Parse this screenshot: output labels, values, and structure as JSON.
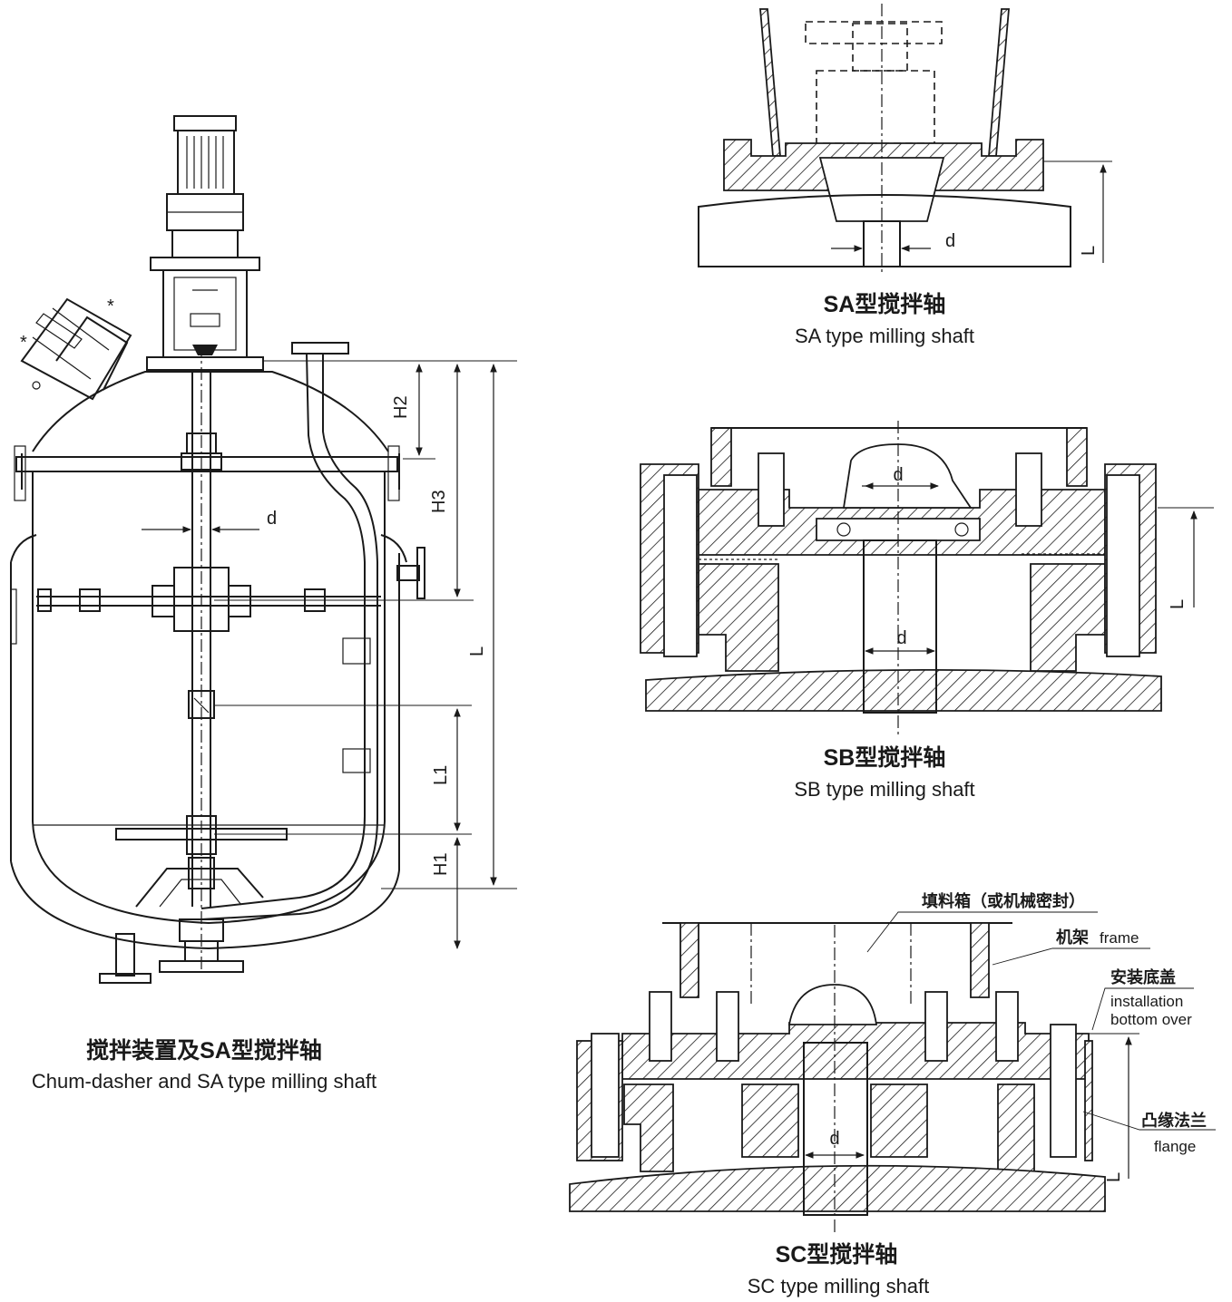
{
  "figure_left": {
    "caption_cn": "搅拌装置及SA型搅拌轴",
    "caption_en": "Chum-dasher and SA type milling shaft",
    "dimension_labels": {
      "H2": "H2",
      "H3": "H3",
      "d": "d",
      "L": "L",
      "L1": "L1",
      "H1": "H1"
    }
  },
  "figure_sa": {
    "caption_cn": "SA型搅拌轴",
    "caption_en": "SA type milling shaft",
    "dimension_labels": {
      "d": "d",
      "L": "L"
    }
  },
  "figure_sb": {
    "caption_cn": "SB型搅拌轴",
    "caption_en": "SB type milling shaft",
    "dimension_labels": {
      "d_top": "d",
      "d_bottom": "d",
      "L": "L"
    }
  },
  "figure_sc": {
    "caption_cn": "SC型搅拌轴",
    "caption_en": "SC type milling shaft",
    "dimension_labels": {
      "d": "d",
      "L": "L"
    },
    "callouts": {
      "stuffing_box": "填料箱（或机械密封）",
      "frame_cn": "机架",
      "frame_en": "frame",
      "install_cover_cn": "安装底盖",
      "install_cover_en_1": "installation",
      "install_cover_en_2": "bottom over",
      "flange_cn": "凸缘法兰",
      "flange_en": "flange"
    }
  }
}
